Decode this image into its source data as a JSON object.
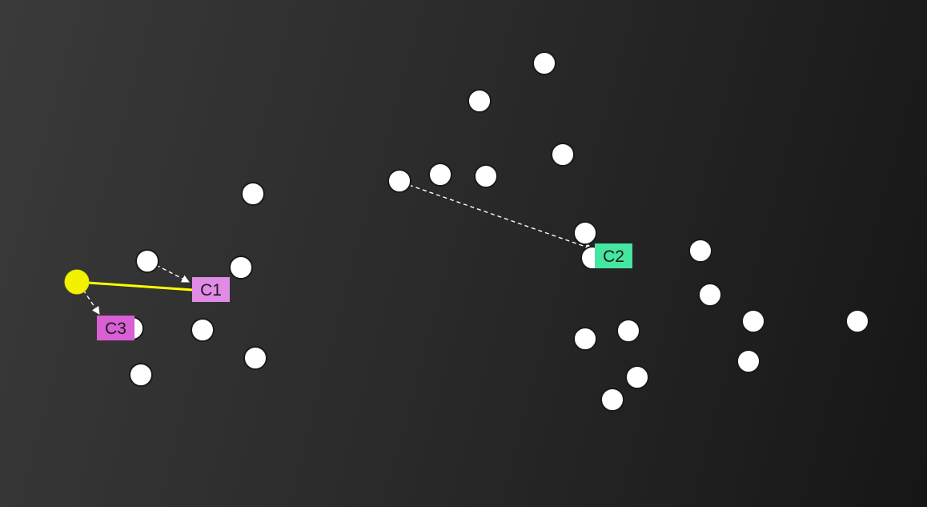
{
  "colors": {
    "background_start": "#3a3a3a",
    "background_end": "#161616",
    "node_fill": "#ffffff",
    "node_stroke": "#1a1a1a",
    "selected_node": "#f2f200",
    "selected_link": "#ffff00",
    "dashed_link": "#ffffff"
  },
  "clusters": [
    {
      "id": "C1",
      "label": "C1",
      "color": "#e08be6"
    },
    {
      "id": "C2",
      "label": "C2",
      "color": "#45e6a0"
    },
    {
      "id": "C3",
      "label": "C3",
      "color": "#d95fd4"
    }
  ],
  "links": [
    {
      "from": "selected-node",
      "to": "C1",
      "style": "solid"
    },
    {
      "from": "selected-node",
      "to": "C3",
      "style": "dashed"
    },
    {
      "from": "node-a",
      "to": "C1",
      "style": "dashed"
    },
    {
      "from": "node-b",
      "to": "C2",
      "style": "dashed"
    }
  ]
}
